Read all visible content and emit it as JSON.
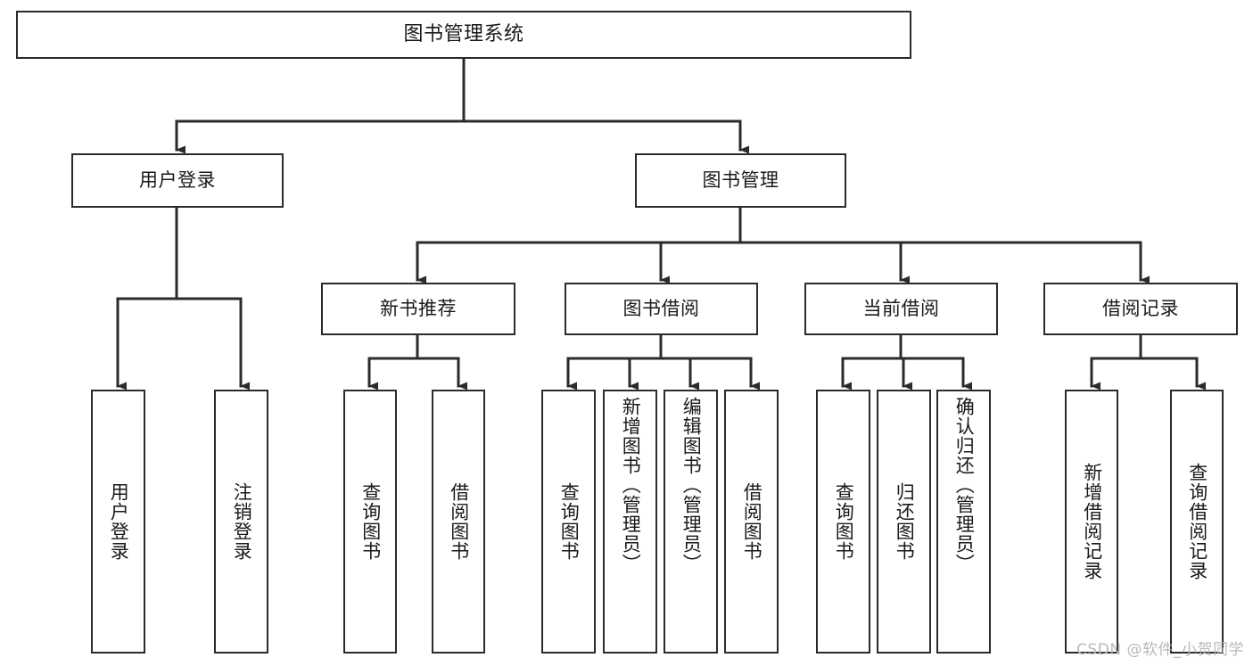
{
  "diagram": {
    "type": "tree-hierarchy-chart",
    "title": "图书管理系统",
    "stroke_color": "#2b2b2b",
    "text_color": "#1a1a1a",
    "background_color": "#ffffff",
    "levels": [
      {
        "level": 0,
        "nodes": [
          {
            "id": "root",
            "label": "图书管理系统",
            "orientation": "horizontal"
          }
        ]
      },
      {
        "level": 1,
        "nodes": [
          {
            "id": "login",
            "label": "用户登录",
            "orientation": "horizontal",
            "parent": "root"
          },
          {
            "id": "bookmgmt",
            "label": "图书管理",
            "orientation": "horizontal",
            "parent": "root"
          }
        ]
      },
      {
        "level": 2,
        "nodes": [
          {
            "id": "newbook",
            "label": "新书推荐",
            "orientation": "horizontal",
            "parent": "bookmgmt"
          },
          {
            "id": "borrow",
            "label": "图书借阅",
            "orientation": "horizontal",
            "parent": "bookmgmt"
          },
          {
            "id": "current",
            "label": "当前借阅",
            "orientation": "horizontal",
            "parent": "bookmgmt"
          },
          {
            "id": "records",
            "label": "借阅记录",
            "orientation": "horizontal",
            "parent": "bookmgmt"
          }
        ]
      },
      {
        "level": 3,
        "nodes": [
          {
            "id": "leaf-user-login",
            "label": "用户登录",
            "orientation": "vertical",
            "parent": "login"
          },
          {
            "id": "leaf-user-logout",
            "label": "注销登录",
            "orientation": "vertical",
            "parent": "login"
          },
          {
            "id": "leaf-query-book-new",
            "label": "查询图书",
            "orientation": "vertical",
            "parent": "newbook"
          },
          {
            "id": "leaf-borrow-book-new",
            "label": "借阅图书",
            "orientation": "vertical",
            "parent": "newbook"
          },
          {
            "id": "leaf-query-book-borrow",
            "label": "查询图书",
            "orientation": "vertical",
            "parent": "borrow"
          },
          {
            "id": "leaf-add-book",
            "label": "新增图书（管理员）",
            "orientation": "vertical",
            "parent": "borrow"
          },
          {
            "id": "leaf-edit-book",
            "label": "编辑图书（管理员）",
            "orientation": "vertical",
            "parent": "borrow"
          },
          {
            "id": "leaf-borrow-book",
            "label": "借阅图书",
            "orientation": "vertical",
            "parent": "borrow"
          },
          {
            "id": "leaf-query-book-current",
            "label": "查询图书",
            "orientation": "vertical",
            "parent": "current"
          },
          {
            "id": "leaf-return-book",
            "label": "归还图书",
            "orientation": "vertical",
            "parent": "current"
          },
          {
            "id": "leaf-confirm-return",
            "label": "确认归还（管理员）",
            "orientation": "vertical",
            "parent": "current"
          },
          {
            "id": "leaf-add-record",
            "label": "新增借阅记录",
            "orientation": "vertical",
            "parent": "records"
          },
          {
            "id": "leaf-query-record",
            "label": "查询借阅记录",
            "orientation": "vertical",
            "parent": "records"
          }
        ]
      }
    ]
  },
  "watermark": {
    "text": "CSDN @软件_小贺同学"
  }
}
